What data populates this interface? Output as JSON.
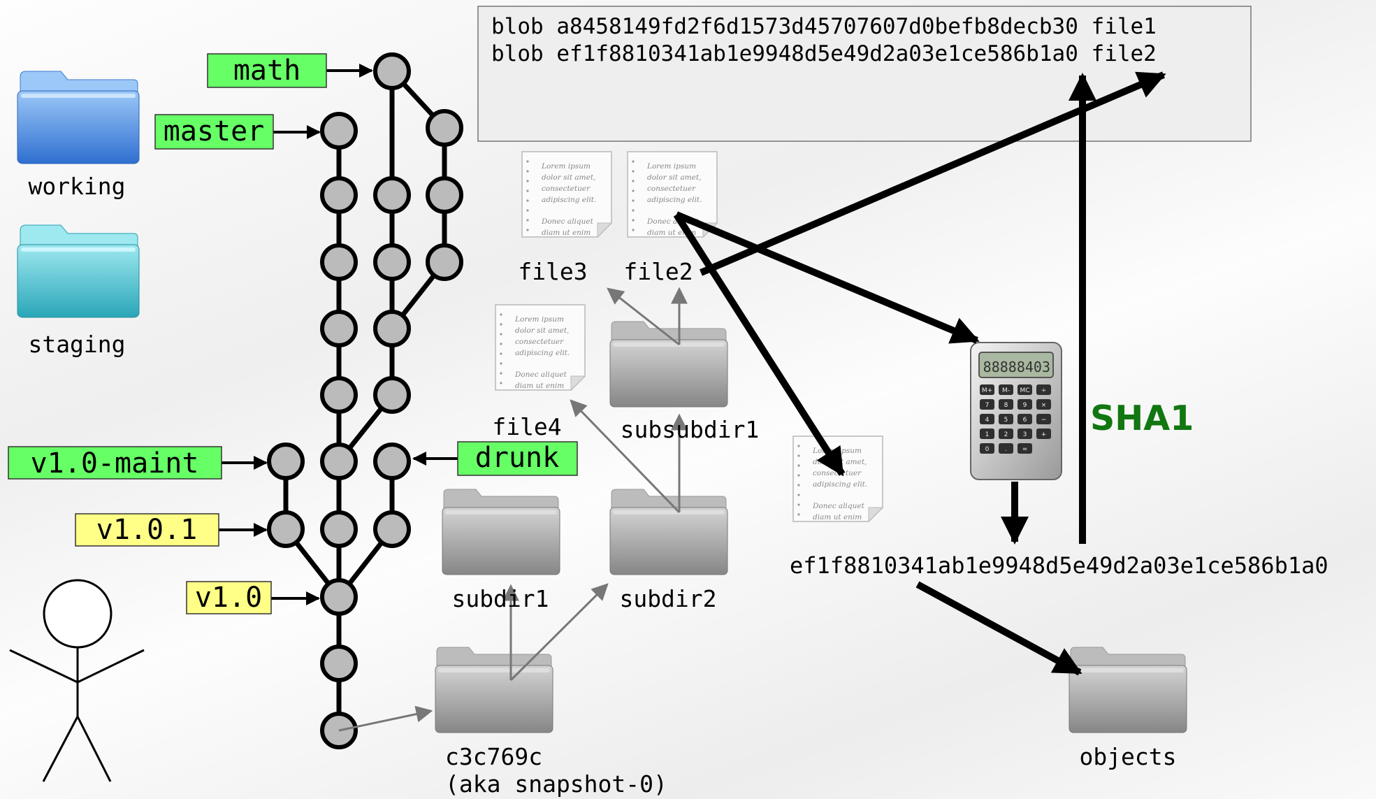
{
  "blob_box": {
    "lines": [
      "blob a8458149fd2f6d1573d45707607d0befb8decb30 file1",
      "blob ef1f8810341ab1e9948d5e49d2a03e1ce586b1a0 file2"
    ]
  },
  "refs": {
    "math": "math",
    "master": "master",
    "v1_0_maint": "v1.0-maint",
    "drunk": "drunk",
    "v1_0_1": "v1.0.1",
    "v1_0": "v1.0"
  },
  "areas": {
    "working": "working",
    "staging": "staging"
  },
  "files": {
    "file3": "file3",
    "file2": "file2",
    "file4": "file4",
    "subsubdir1": "subsubdir1",
    "subdir1": "subdir1",
    "subdir2": "subdir2",
    "commit_id": "c3c769c",
    "commit_alias": "(aka snapshot-0)",
    "objects": "objects"
  },
  "doc_text": {
    "l1": "Lorem ipsum",
    "l2": "dolor sit amet,",
    "l3": "consectetuer",
    "l4": "adipiscing elit.",
    "l5": "Donec aliquet",
    "l6": "diam ut enim"
  },
  "hash_label": "ef1f8810341ab1e9948d5e49d2a03e1ce586b1a0",
  "sha_label": "SHA1",
  "calculator_display": "88888403",
  "calculator_keys": [
    "M+",
    "M-",
    "MC",
    "÷",
    "7",
    "8",
    "9",
    "×",
    "4",
    "5",
    "6",
    "−",
    "1",
    "2",
    "3",
    "+",
    "0",
    ".",
    "="
  ],
  "colors": {
    "branch_label_bg": "#66ff66",
    "tag_label_bg": "#ffff88",
    "commit_fill": "#bbbbbb",
    "sha_text": "#117711",
    "working_folder": "#4a90e0",
    "staging_folder": "#40c0d0"
  }
}
